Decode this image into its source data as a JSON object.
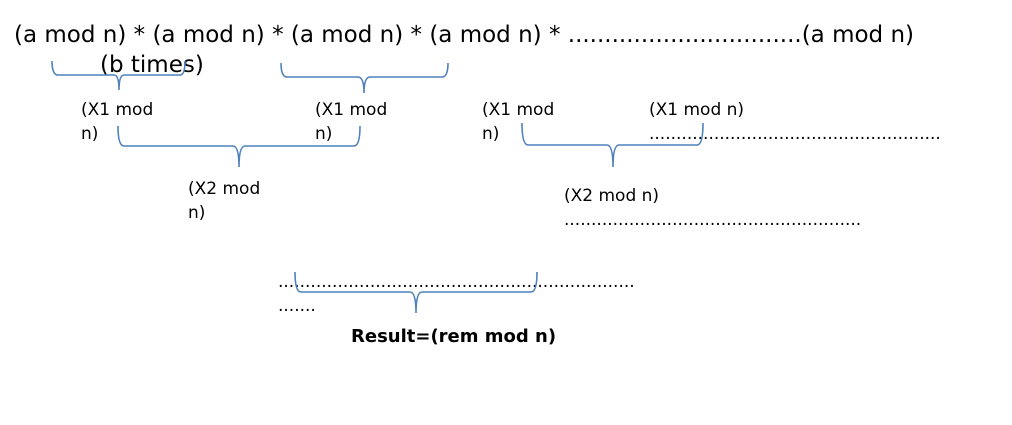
{
  "top_expression": "(a mod n) * (a mod n) * (a mod n) * (a mod n) * ................................(a mod n)",
  "b_times": "(b times)",
  "level1": [
    {
      "line1": "(X1 mod",
      "line2": "n)"
    },
    {
      "line1": "(X1 mod",
      "line2": "n)"
    },
    {
      "line1": "(X1 mod",
      "line2": "n)"
    },
    {
      "line1": "(X1 mod n)",
      "line2": "......................................................"
    }
  ],
  "level2": [
    {
      "line1": "(X2 mod",
      "line2": "n)"
    },
    {
      "line1": "(X2 mod n)",
      "line2": "......................................................."
    }
  ],
  "level3": {
    "line1": "..................................................................",
    "line2": "......."
  },
  "result": "Result=(rem mod n)",
  "brace_color": "#4f81bd"
}
